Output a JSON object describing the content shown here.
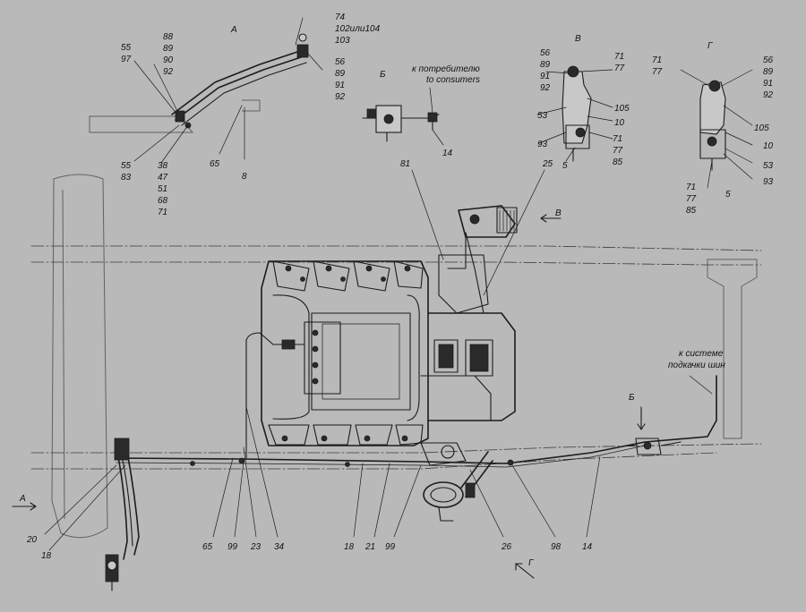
{
  "diagram": {
    "view_letters": {
      "a_top": "А",
      "b_top": "Б",
      "v_top": "В",
      "g_top": "Г",
      "a_arrow": "А",
      "b_arrow": "Б",
      "v_arrow": "В",
      "g_arrow": "Г"
    },
    "notes": {
      "consumers_ru": "к потребителю",
      "consumers_en": "to consumers",
      "tyre_line1": "к системе",
      "tyre_line2": "подкачки шин"
    },
    "callouts": {
      "a_55_97": [
        "55",
        "97"
      ],
      "a_88_92": [
        "88",
        "89",
        "90",
        "92"
      ],
      "a_74_103": [
        "74",
        "102или104",
        "103"
      ],
      "a_56_92": [
        "56",
        "89",
        "91",
        "92"
      ],
      "a_55_83": [
        "55",
        "83"
      ],
      "a_38_71": [
        "38",
        "47",
        "51",
        "68",
        "71"
      ],
      "a_65": "65",
      "a_8": "8",
      "b_14": "14",
      "v_56_92": [
        "56",
        "89",
        "91",
        "92"
      ],
      "v_71_77": [
        "71",
        "77"
      ],
      "v_105": "105",
      "v_10": "10",
      "v_53": "53",
      "v_93": "93",
      "v_71_85": [
        "71",
        "77",
        "85"
      ],
      "v_5": "5",
      "g_71_77": [
        "71",
        "77"
      ],
      "g_56_92": [
        "56",
        "89",
        "91",
        "92"
      ],
      "g_105": "105",
      "g_10": "10",
      "g_53": "53",
      "g_93": "93",
      "g_71_85": [
        "71",
        "77",
        "85"
      ],
      "g_5": "5",
      "m_81": "81",
      "m_25": "25",
      "b_20": "20",
      "b_18a": "18",
      "b_65": "65",
      "b_99a": "99",
      "b_23": "23",
      "b_34": "34",
      "b_18b": "18",
      "b_21": "21",
      "b_99b": "99",
      "b_26": "26",
      "b_98": "98"
    }
  }
}
